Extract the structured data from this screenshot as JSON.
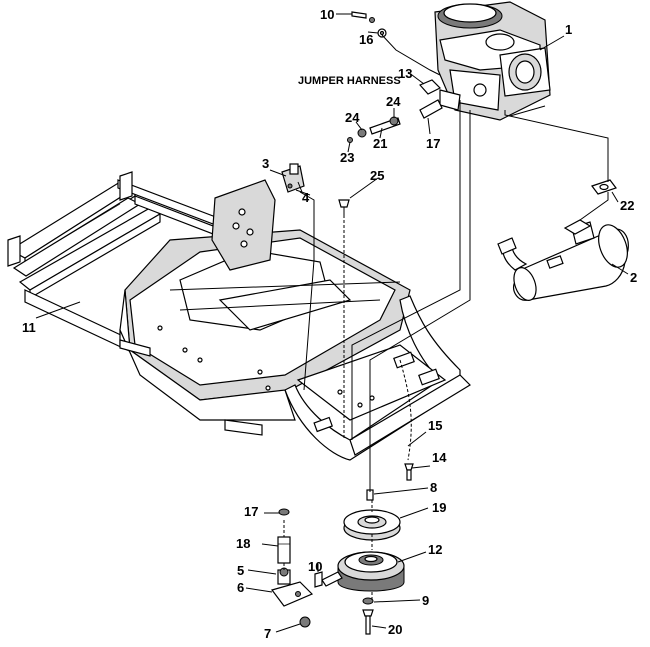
{
  "diagram": {
    "note_label": "JUMPER HARNESS",
    "callouts": [
      {
        "id": "c1",
        "text": "1"
      },
      {
        "id": "c2",
        "text": "2"
      },
      {
        "id": "c3",
        "text": "3"
      },
      {
        "id": "c4",
        "text": "4"
      },
      {
        "id": "c5",
        "text": "5"
      },
      {
        "id": "c6",
        "text": "6"
      },
      {
        "id": "c7",
        "text": "7"
      },
      {
        "id": "c8",
        "text": "8"
      },
      {
        "id": "c9",
        "text": "9"
      },
      {
        "id": "c10a",
        "text": "10"
      },
      {
        "id": "c10b",
        "text": "10"
      },
      {
        "id": "c11",
        "text": "11"
      },
      {
        "id": "c12",
        "text": "12"
      },
      {
        "id": "c13",
        "text": "13"
      },
      {
        "id": "c14",
        "text": "14"
      },
      {
        "id": "c15",
        "text": "15"
      },
      {
        "id": "c16",
        "text": "16"
      },
      {
        "id": "c17a",
        "text": "17"
      },
      {
        "id": "c17b",
        "text": "17"
      },
      {
        "id": "c18",
        "text": "18"
      },
      {
        "id": "c19",
        "text": "19"
      },
      {
        "id": "c20",
        "text": "20"
      },
      {
        "id": "c21",
        "text": "21"
      },
      {
        "id": "c22",
        "text": "22"
      },
      {
        "id": "c23",
        "text": "23"
      },
      {
        "id": "c24a",
        "text": "24"
      },
      {
        "id": "c24b",
        "text": "24"
      },
      {
        "id": "c25",
        "text": "25"
      }
    ]
  }
}
